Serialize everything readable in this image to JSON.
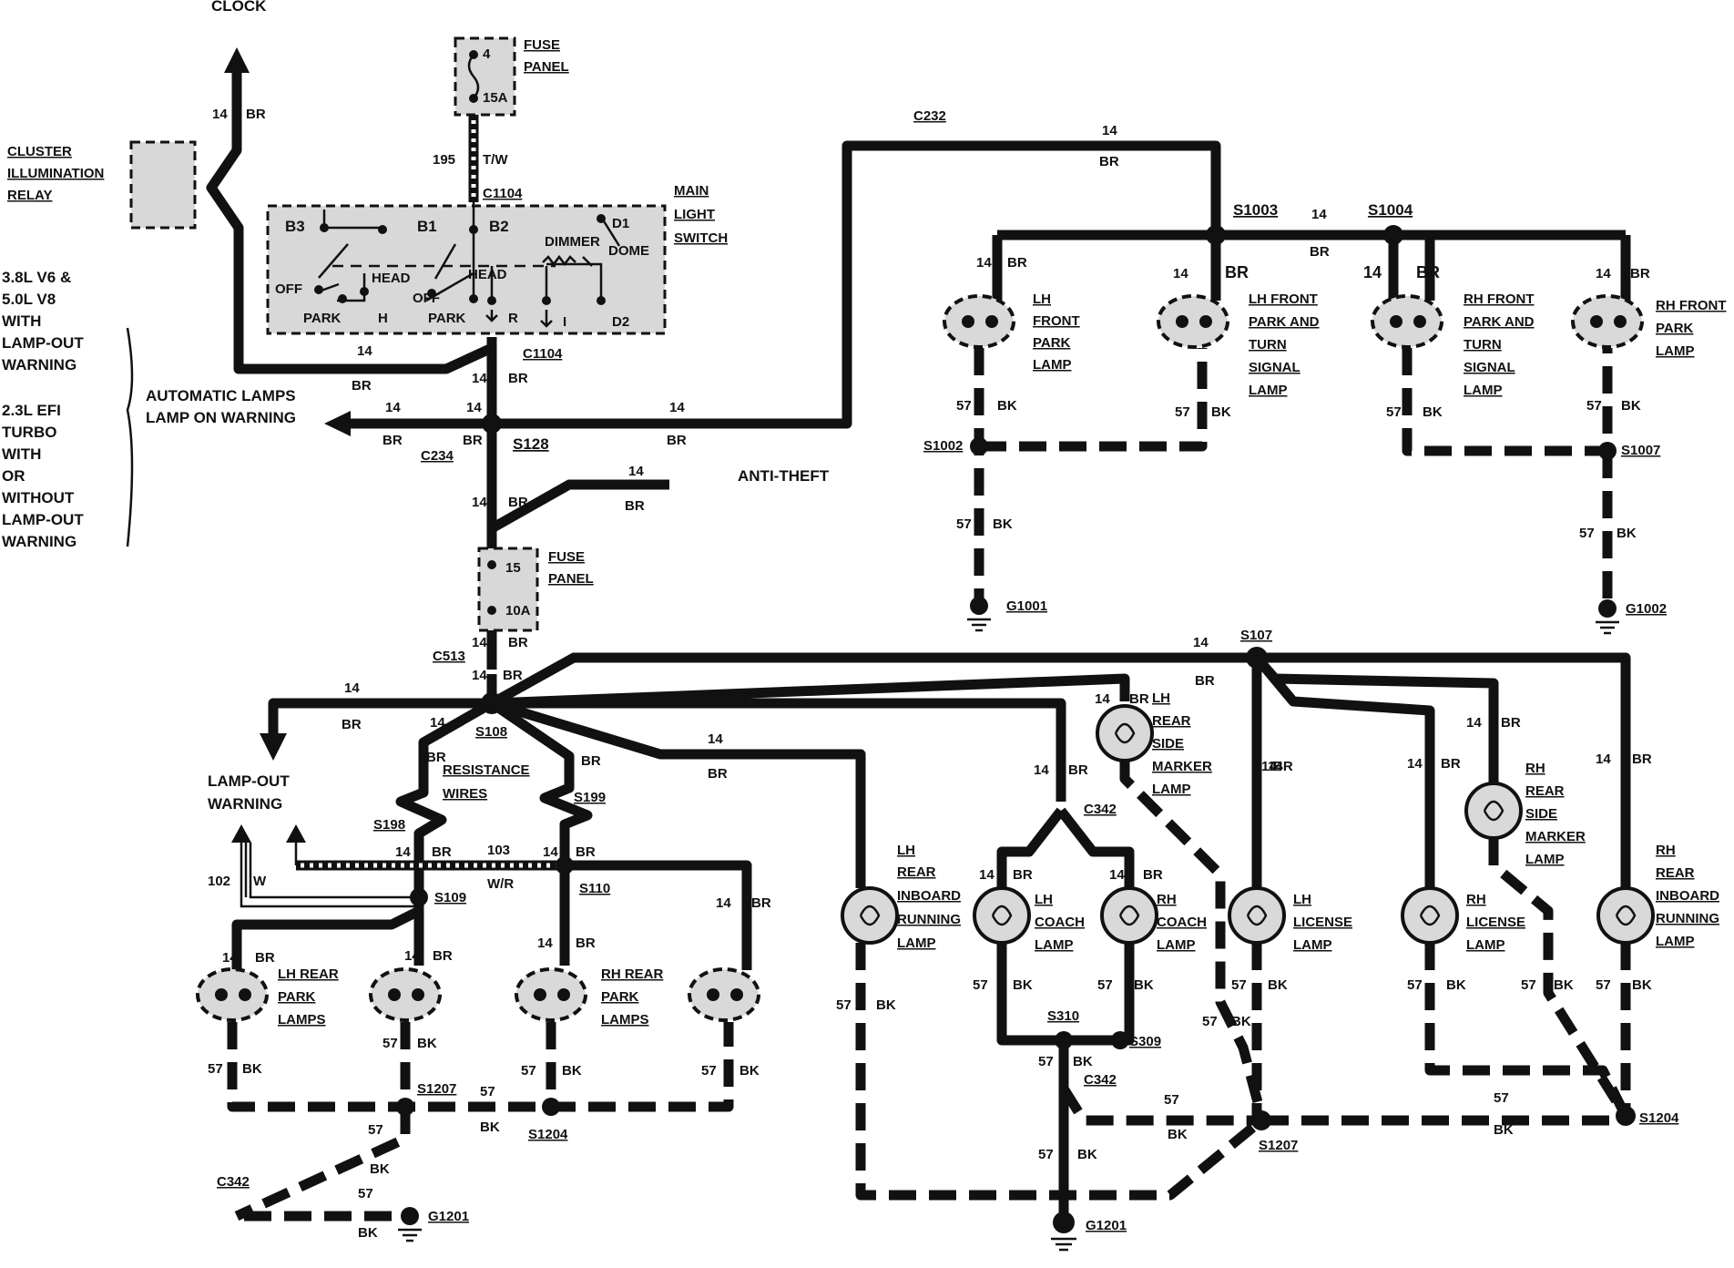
{
  "labels": {
    "clock": "CLOCK",
    "cluster": [
      "CLUSTER",
      "ILLUMINATION",
      "RELAY"
    ],
    "fuse_top": [
      "FUSE",
      "PANEL"
    ],
    "fuse_top_pos": "4",
    "fuse_top_amp": "15A",
    "main_switch": [
      "MAIN",
      "LIGHT",
      "SWITCH"
    ],
    "switch_terms": {
      "b3": "B3",
      "b1": "B1",
      "b2": "B2",
      "dimmer": "DIMMER",
      "d1": "D1",
      "dome": "DOME",
      "head1": "HEAD",
      "head2": "HEAD",
      "off1": "OFF",
      "off2": "OFF",
      "park1": "PARK",
      "park2": "PARK",
      "h": "H",
      "r": "R",
      "i": "I",
      "d2": "D2"
    },
    "engine_notes": [
      "3.8L V6 &",
      "5.0L V8",
      "WITH",
      "LAMP-OUT",
      "WARNING"
    ],
    "engine_notes2": [
      "2.3L EFI",
      "TURBO",
      "WITH",
      "OR",
      "WITHOUT",
      "LAMP-OUT",
      "WARNING"
    ],
    "auto_lamps": [
      "AUTOMATIC LAMPS",
      "LAMP ON WARNING"
    ],
    "anti_theft": "ANTI-THEFT",
    "fuse_mid": [
      "FUSE",
      "PANEL"
    ],
    "fuse_mid_pos": "15",
    "fuse_mid_amp": "10A",
    "lamp_out": [
      "LAMP-OUT",
      "WARNING"
    ],
    "resistance": [
      "RESISTANCE",
      "WIRES"
    ],
    "lh_front_park": [
      "LH",
      "FRONT",
      "PARK",
      "LAMP"
    ],
    "lh_front_turn": [
      "LH FRONT",
      "PARK AND",
      "TURN",
      "SIGNAL",
      "LAMP"
    ],
    "rh_front_turn": [
      "RH FRONT",
      "PARK AND",
      "TURN",
      "SIGNAL",
      "LAMP"
    ],
    "rh_front_park": [
      "RH FRONT",
      "PARK",
      "LAMP"
    ],
    "lh_rear_park": [
      "LH REAR",
      "PARK",
      "LAMPS"
    ],
    "rh_rear_park": [
      "RH REAR",
      "PARK",
      "LAMPS"
    ],
    "lh_rear_inboard": [
      "LH",
      "REAR",
      "INBOARD",
      "RUNNING",
      "LAMP"
    ],
    "lh_rear_side": [
      "LH",
      "REAR",
      "SIDE",
      "MARKER",
      "LAMP"
    ],
    "lh_coach": [
      "LH",
      "COACH",
      "LAMP"
    ],
    "rh_coach": [
      "RH",
      "COACH",
      "LAMP"
    ],
    "lh_license": [
      "LH",
      "LICENSE",
      "LAMP"
    ],
    "rh_license": [
      "RH",
      "LICENSE",
      "LAMP"
    ],
    "rh_rear_side": [
      "RH",
      "REAR",
      "SIDE",
      "MARKER",
      "LAMP"
    ],
    "rh_rear_inboard": [
      "RH",
      "REAR",
      "INBOARD",
      "RUNNING",
      "LAMP"
    ]
  },
  "connectors": {
    "c1104a": "C1104",
    "c1104b": "C1104",
    "c232": "C232",
    "c234": "C234",
    "c513": "C513",
    "c342a": "C342",
    "c342b": "C342",
    "c342c": "C342"
  },
  "splices": {
    "s1003": "S1003",
    "s1004": "S1004",
    "s1002": "S1002",
    "s1007": "S1007",
    "s128": "S128",
    "s108": "S108",
    "s107": "S107",
    "s198": "S198",
    "s199": "S199",
    "s109": "S109",
    "s110": "S110",
    "s1207a": "S1207",
    "s1204a": "S1204",
    "s310": "S310",
    "s309": "S309",
    "s1207b": "S1207",
    "s1204b": "S1204"
  },
  "grounds": {
    "g1001": "G1001",
    "g1002": "G1002",
    "g1201a": "G1201",
    "g1201b": "G1201"
  },
  "wire": {
    "g14": "14",
    "br": "BR",
    "g57": "57",
    "bk": "BK",
    "g195": "195",
    "tw": "T/W",
    "g103": "103",
    "wr": "W/R",
    "g102": "102",
    "w": "W"
  }
}
